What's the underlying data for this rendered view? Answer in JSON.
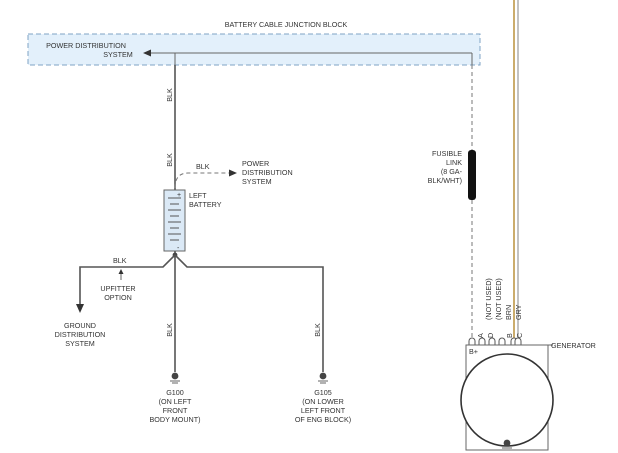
{
  "junction_block": {
    "title": "BATTERY CABLE JUNCTION BLOCK",
    "pds_line1": "POWER DISTRIBUTION",
    "pds_line2": "SYSTEM",
    "fill": "#e3f0fb",
    "border": "#7fa3c4"
  },
  "wires": {
    "blk_top": "BLK",
    "blk_mid": "BLK",
    "blk_to_pds": "BLK",
    "blk_upfitter": "BLK",
    "blk_g100": "BLK",
    "blk_g105": "BLK",
    "color": "#555555"
  },
  "pds_battery": {
    "line1": "POWER",
    "line2": "DISTRIBUTION",
    "line3": "SYSTEM"
  },
  "battery": {
    "line1": "LEFT",
    "line2": "BATTERY",
    "plus": "+",
    "minus": "-",
    "fill": "#dbe9f6"
  },
  "upfitter": {
    "line1": "UPFITTER",
    "line2": "OPTION"
  },
  "ground_system": {
    "line1": "GROUND",
    "line2": "DISTRIBUTION",
    "line3": "SYSTEM"
  },
  "g100": {
    "line1": "G100",
    "line2": "(ON LEFT",
    "line3": "FRONT",
    "line4": "BODY MOUNT)"
  },
  "g105": {
    "line1": "G105",
    "line2": "(ON LOWER",
    "line3": "LEFT FRONT",
    "line4": "OF ENG BLOCK)"
  },
  "fusible_link": {
    "line1": "FUSIBLE",
    "line2": "LINK",
    "line3": "(8 GA-",
    "line4": "BLK/WHT)"
  },
  "generator": {
    "title": "GENERATOR",
    "b_plus": "B+",
    "pins": {
      "a": "A",
      "d": "D",
      "b": "B",
      "c": "C"
    },
    "wire_a": "(NOT USED)",
    "wire_d": "(NOT USED)",
    "wire_b": "BRN",
    "wire_c": "GRY",
    "brn_color": "#b5892d",
    "gry_color": "#9a9a9a"
  }
}
